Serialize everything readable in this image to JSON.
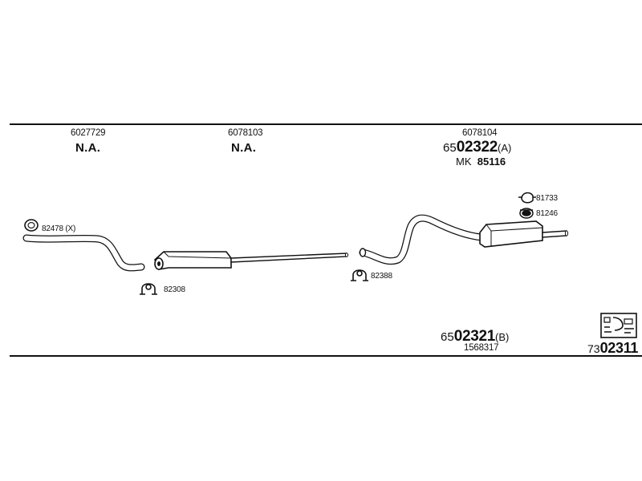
{
  "columns": [
    {
      "part_no": "6027729",
      "status": "N.A."
    },
    {
      "part_no": "6078103",
      "status": "N.A."
    },
    {
      "part_no": "6078104",
      "code_prefix": "65",
      "code_main": "02322",
      "code_suffix": "(A)",
      "mk_label": "MK",
      "mk_value": "85116"
    }
  ],
  "parts": {
    "front_ring": {
      "code": "82478 (X)"
    },
    "clamp_mid": {
      "code": "82308"
    },
    "clamp_rear": {
      "code": "82388"
    },
    "hanger_a": {
      "code": "81733"
    },
    "hanger_b": {
      "code": "81246"
    }
  },
  "bottom_set": {
    "code_prefix": "65",
    "code_main": "02321",
    "code_suffix": "(B)",
    "part_no": "1568317"
  },
  "kit": {
    "code_prefix": "73",
    "code_main": "02311",
    "icon": "kit-box-icon"
  },
  "colors": {
    "line": "#111111",
    "fill": "#ffffff"
  }
}
